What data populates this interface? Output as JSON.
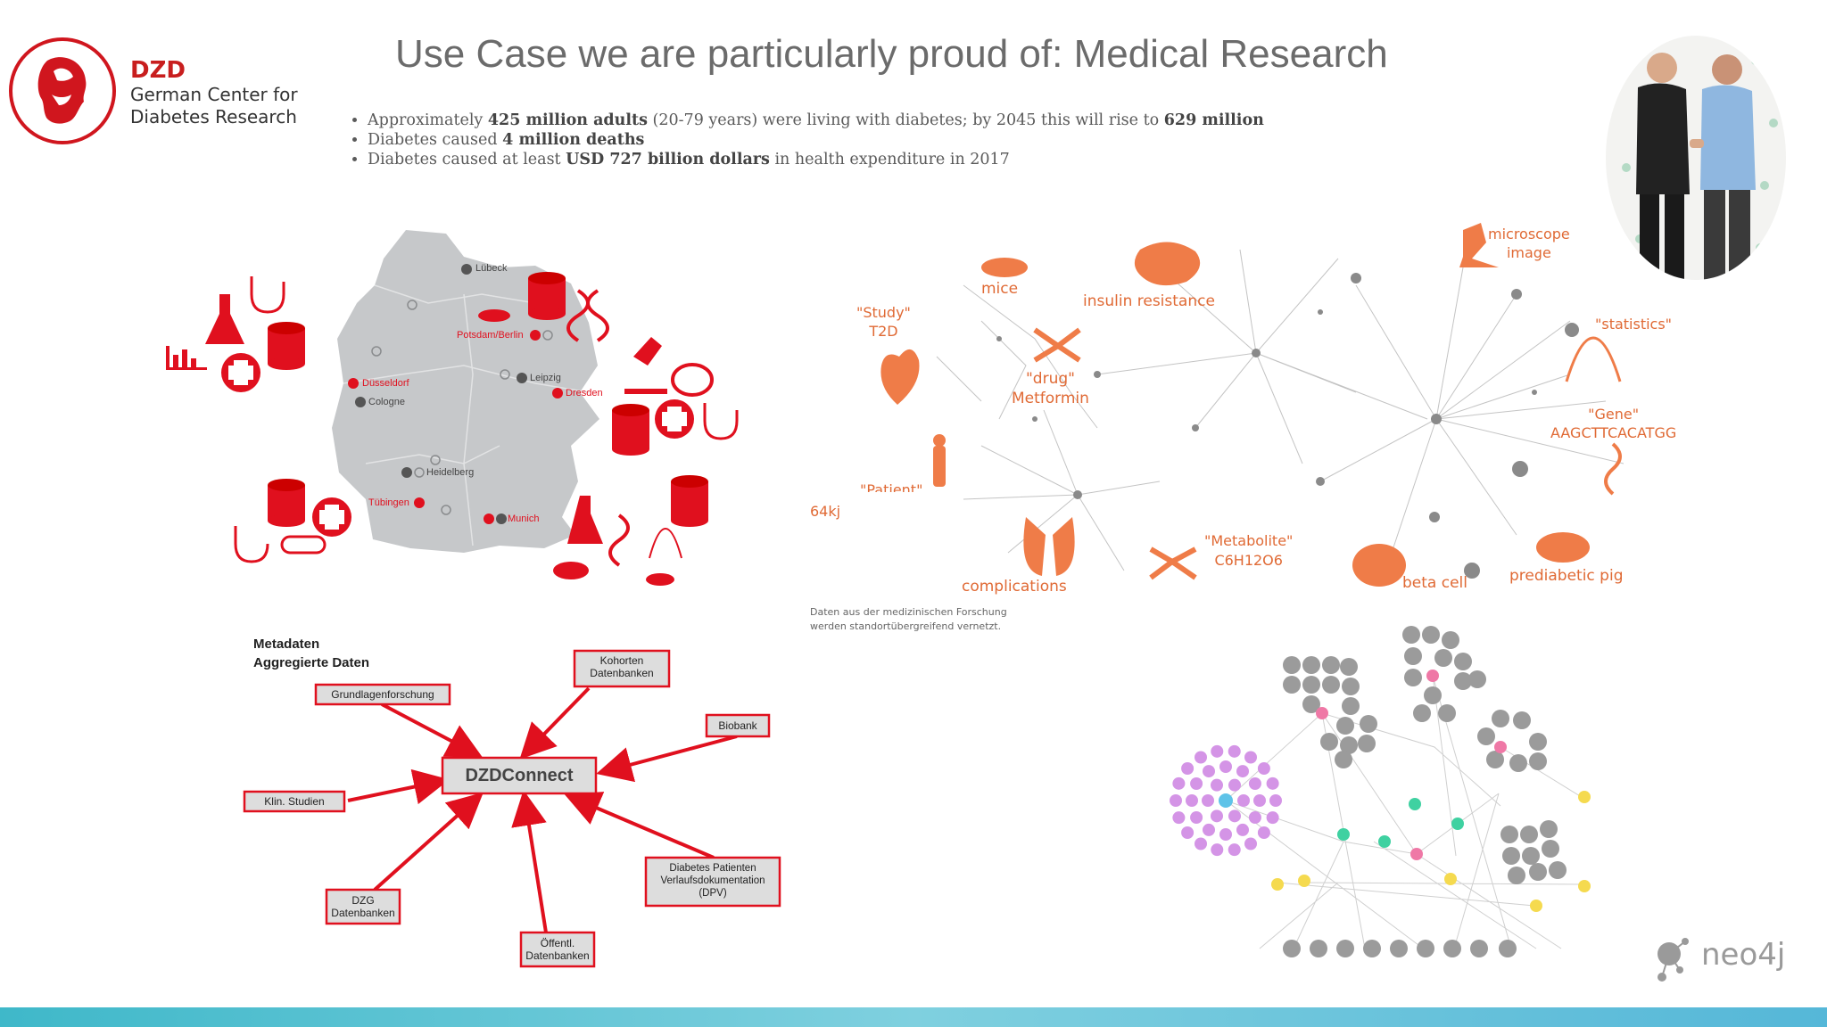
{
  "slide": {
    "title": "Use Case we are particularly proud of: Medical Research",
    "bullets": [
      {
        "pre": "Approximately ",
        "b1": "425 million adults",
        "mid": " (20-79 years) were living with diabetes; by 2045 this will rise to ",
        "b2": "629 million",
        "post": ""
      },
      {
        "pre": "Diabetes caused ",
        "b1": "4 million deaths",
        "mid": "",
        "b2": "",
        "post": ""
      },
      {
        "pre": "Diabetes caused at least ",
        "b1": "USD 727 billion dollars",
        "mid": " in health expenditure in 2017",
        "b2": "",
        "post": ""
      }
    ]
  },
  "logo": {
    "abbr": "DZD",
    "line1": "German Center for",
    "line2": "Diabetes Research"
  },
  "germany_map": {
    "cities": [
      {
        "name": "Lübeck",
        "highlight": false
      },
      {
        "name": "Potsdam/Berlin",
        "highlight": true
      },
      {
        "name": "Düsseldorf",
        "highlight": true
      },
      {
        "name": "Cologne",
        "highlight": false
      },
      {
        "name": "Leipzig",
        "highlight": false
      },
      {
        "name": "Dresden",
        "highlight": true
      },
      {
        "name": "Heidelberg",
        "highlight": false
      },
      {
        "name": "Tübingen",
        "highlight": true
      },
      {
        "name": "Munich",
        "highlight": true
      }
    ]
  },
  "graph_illustration": {
    "labels": {
      "mice": "mice",
      "insulin": "insulin resistance",
      "microscope": "microscope\nimage",
      "study": "\"Study\"\nT2D",
      "statistics": "\"statistics\"",
      "drug": "\"drug\"\nMetformin",
      "gene": "\"Gene\"\nAAGCTTCACATGG",
      "patient": "\"Patient\"",
      "count": "64kj",
      "complications": "complications",
      "metabolite": "\"Metabolite\"\nC6H12O6",
      "beta": "beta cell",
      "pig": "prediabetic pig"
    },
    "caption_line1": "Daten aus der medizinischen Forschung",
    "caption_line2": "werden standortübergreifend vernetzt."
  },
  "dzdconnect": {
    "header1": "Metadaten",
    "header2": "Aggregierte Daten",
    "center": "DZDConnect",
    "nodes": [
      {
        "id": "grundlagen",
        "label": "Grundlagenforschung"
      },
      {
        "id": "kohorten",
        "label": "Kohorten\nDatenbanken"
      },
      {
        "id": "biobank",
        "label": "Biobank"
      },
      {
        "id": "klin",
        "label": "Klin. Studien"
      },
      {
        "id": "dpv",
        "label": "Diabetes Patienten\nVerlaufsdokumentation\n(DPV)"
      },
      {
        "id": "dzg",
        "label": "DZG\nDatenbanken"
      },
      {
        "id": "oeffentl",
        "label": "Öffentl.\nDatenbanken"
      }
    ]
  },
  "brand": {
    "neo4j": "neo4j"
  },
  "colors": {
    "dzd_red": "#e0101e",
    "accent_orange": "#ef7c48",
    "footer_teal": "#3fb8c9"
  }
}
